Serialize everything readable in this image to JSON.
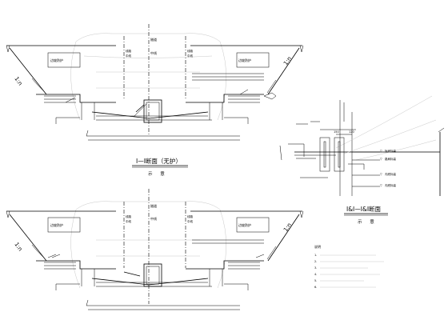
{
  "sections": [
    {
      "title": "Ⅰ—Ⅰ断面（无护）",
      "scale_note": "示  意",
      "road_center_label": "隧道",
      "center_label": "中线",
      "left_line_label": "线路\n中线",
      "right_line_label": "线路\n中线",
      "left_retaining_label": "边坡防护",
      "right_retaining_label": "边坡防护",
      "slope_left": "1:n",
      "slope_right": "1:n"
    },
    {
      "title": "",
      "scale_note": "",
      "road_center_label": "隧道",
      "center_label": "中线",
      "left_line_label": "线路\n中线",
      "right_line_label": "线路\n中线",
      "left_retaining_label": "边坡防护",
      "right_retaining_label": "边坡防护",
      "slope_left": "1:n",
      "slope_right": "1:n"
    }
  ],
  "detail": {
    "title": "Ⅰ&Ⅰ—Ⅰ&Ⅰ断面",
    "scale_note": "示  意",
    "levels": [
      "轨面标高",
      "路肩标高",
      "沟底标高",
      "沟底标高"
    ],
    "dims": [
      "150",
      "120"
    ]
  },
  "notes": {
    "heading": "说明",
    "items": [
      "1.",
      "2.",
      "3.",
      "4.",
      "5.",
      "6."
    ]
  }
}
